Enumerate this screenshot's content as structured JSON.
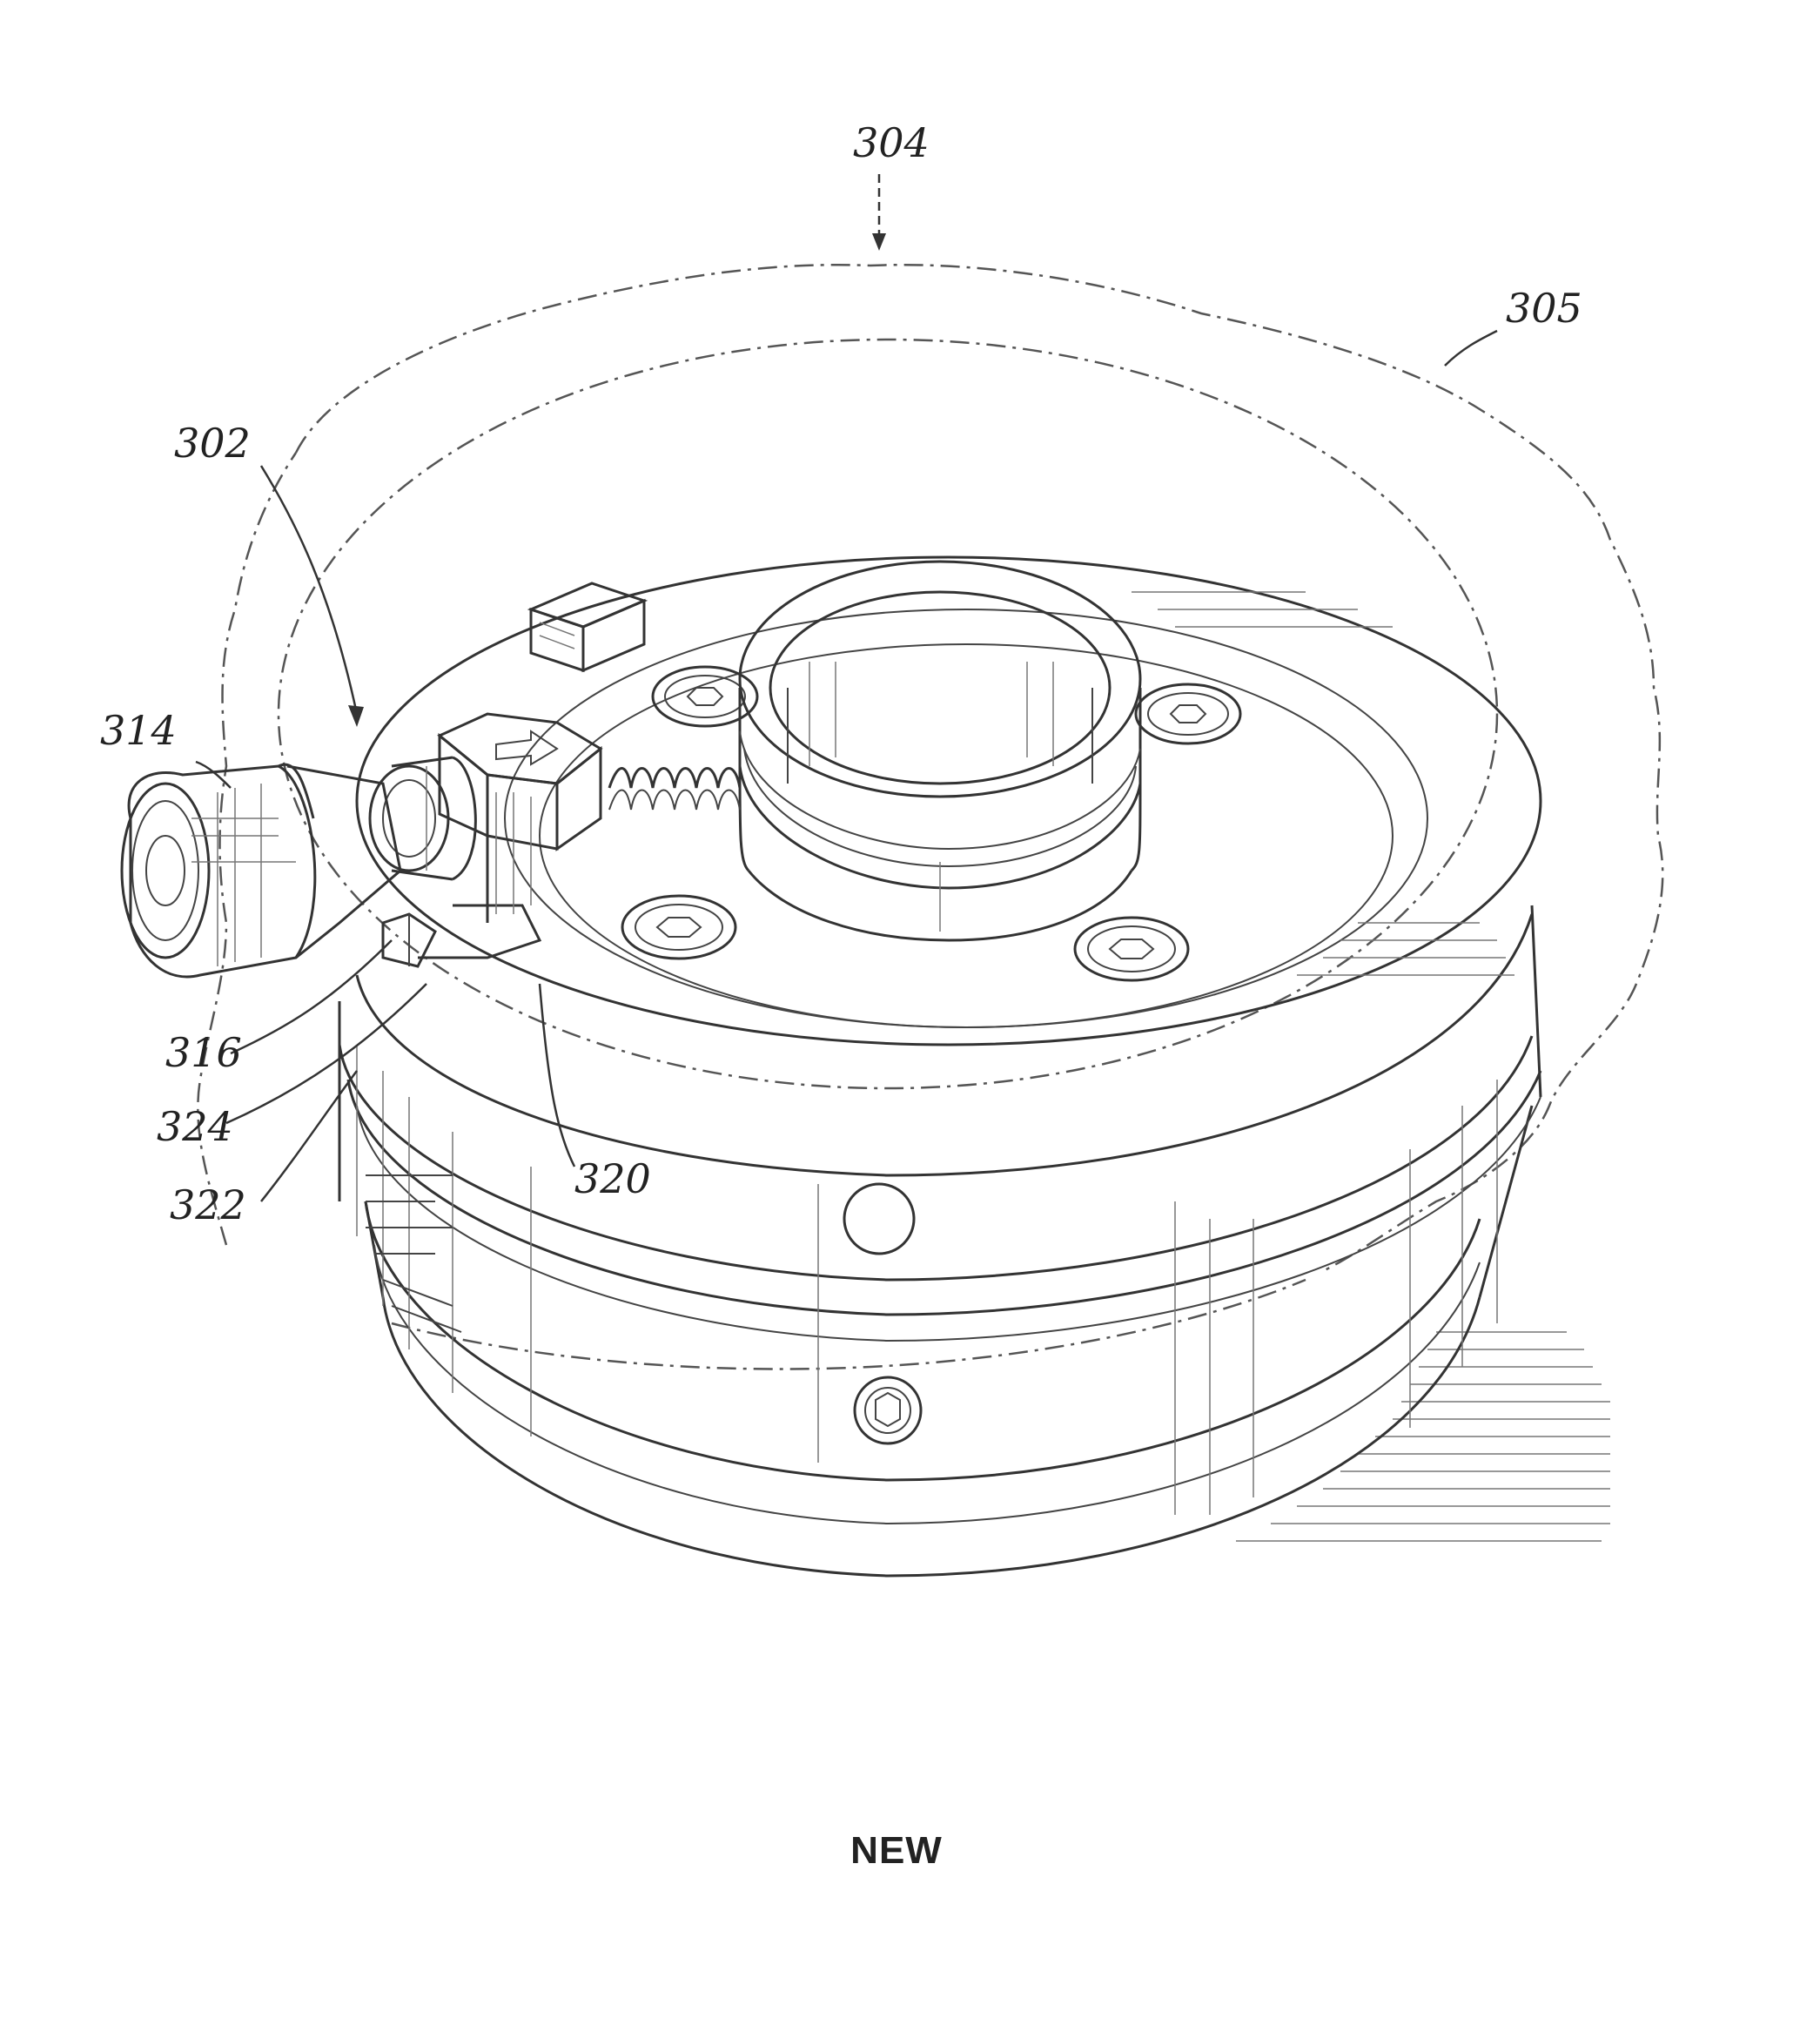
{
  "figure": {
    "caption": "NEW",
    "reference_labels": {
      "r304": "304",
      "r305": "305",
      "r302": "302",
      "r314": "314",
      "r316": "316",
      "r324": "324",
      "r322": "322",
      "r320": "320"
    }
  }
}
